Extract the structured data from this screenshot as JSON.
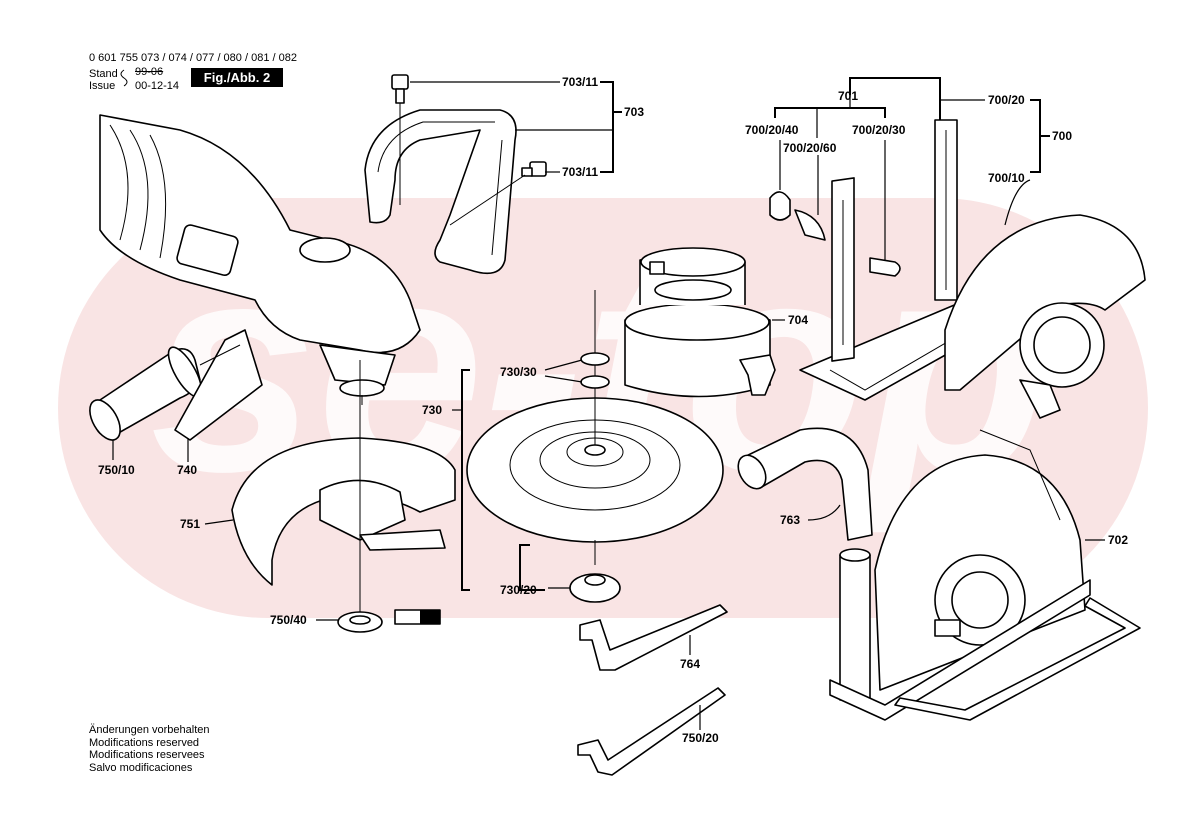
{
  "header": {
    "model_numbers": "0 601 755 073 / 074 / 077 / 080 / 081 / 082",
    "stand_label": "Stand",
    "stand_value": "99-06",
    "issue_label": "Issue",
    "issue_value": "00-12-14",
    "figure_label": "Fig./Abb. 2"
  },
  "watermark": {
    "text": "se-top",
    "color": "#f7dede"
  },
  "parts": {
    "p703_11_a": "703/11",
    "p703": "703",
    "p703_11_b": "703/11",
    "p701": "701",
    "p700_20": "700/20",
    "p700_20_40": "700/20/40",
    "p700_20_30": "700/20/30",
    "p700_20_60": "700/20/60",
    "p700": "700",
    "p700_10": "700/10",
    "p704": "704",
    "p730_30": "730/30",
    "p730": "730",
    "p730_20": "730/20",
    "p750_10": "750/10",
    "p740": "740",
    "p751": "751",
    "p750_40": "750/40",
    "p763": "763",
    "p702": "702",
    "p764": "764",
    "p750_20": "750/20"
  },
  "notes": [
    "Änderungen vorbehalten",
    "Modifications reserved",
    "Modifications reservees",
    "Salvo modificaciones"
  ]
}
